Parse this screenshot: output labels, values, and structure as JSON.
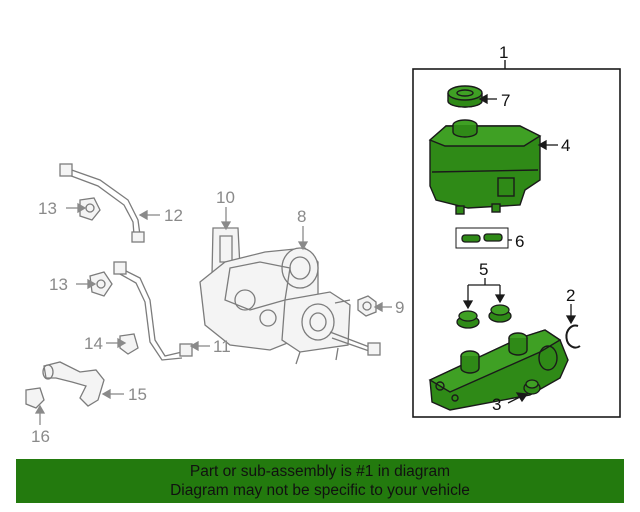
{
  "callouts": {
    "c1": "1",
    "c2": "2",
    "c3": "3",
    "c4": "4",
    "c5": "5",
    "c6": "6",
    "c7": "7",
    "c8": "8",
    "c9": "9",
    "c10": "10",
    "c11": "11",
    "c12": "12",
    "c13a": "13",
    "c13b": "13",
    "c14": "14",
    "c15": "15",
    "c16": "16"
  },
  "banner": {
    "line1": "Part or sub-assembly is #1 in diagram",
    "line2": "Diagram may not be specific to your vehicle"
  },
  "colors": {
    "highlight_green": "#237a0e",
    "part_green": "#2f8a17",
    "outline": "#1a1a1a",
    "gray_part": "#9a9a9a"
  }
}
